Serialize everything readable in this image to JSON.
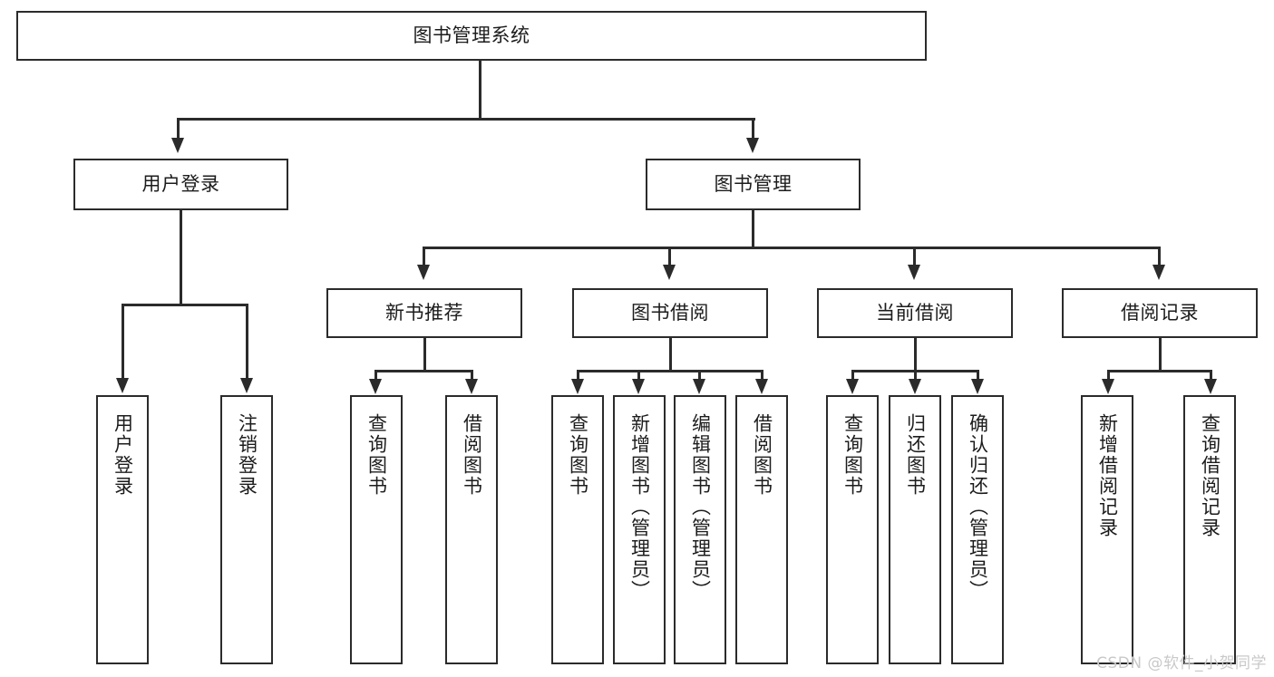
{
  "diagram": {
    "type": "tree-hierarchy-chart",
    "title": "图书管理系统",
    "watermark": "CSDN @软件_小贺同学",
    "colors": {
      "stroke": "#2b2b2b",
      "background": "#ffffff",
      "text": "#1c1c1c",
      "watermark": "#c9c9c9"
    },
    "levels": {
      "root": {
        "label": "图书管理系统"
      },
      "level2": [
        {
          "id": "user-login",
          "label": "用户登录"
        },
        {
          "id": "book-management",
          "label": "图书管理"
        }
      ],
      "level3": [
        {
          "id": "new-book-recommend",
          "label": "新书推荐",
          "parent": "book-management"
        },
        {
          "id": "book-borrow",
          "label": "图书借阅",
          "parent": "book-management"
        },
        {
          "id": "current-borrow",
          "label": "当前借阅",
          "parent": "book-management"
        },
        {
          "id": "borrow-record",
          "label": "借阅记录",
          "parent": "book-management"
        }
      ],
      "leaves": [
        {
          "id": "leaf-user-login",
          "label": "用户登录",
          "parent": "user-login"
        },
        {
          "id": "leaf-logout",
          "label": "注销登录",
          "parent": "user-login"
        },
        {
          "id": "leaf-query-book-1",
          "label": "查询图书",
          "parent": "new-book-recommend"
        },
        {
          "id": "leaf-borrow-book-1",
          "label": "借阅图书",
          "parent": "new-book-recommend"
        },
        {
          "id": "leaf-query-book-2",
          "label": "查询图书",
          "parent": "book-borrow"
        },
        {
          "id": "leaf-add-book",
          "label": "新增图书（管理员）",
          "parent": "book-borrow"
        },
        {
          "id": "leaf-edit-book",
          "label": "编辑图书（管理员）",
          "parent": "book-borrow"
        },
        {
          "id": "leaf-borrow-book-2",
          "label": "借阅图书",
          "parent": "book-borrow"
        },
        {
          "id": "leaf-query-book-3",
          "label": "查询图书",
          "parent": "current-borrow"
        },
        {
          "id": "leaf-return-book",
          "label": "归还图书",
          "parent": "current-borrow"
        },
        {
          "id": "leaf-confirm-return",
          "label": "确认归还（管理员）",
          "parent": "current-borrow"
        },
        {
          "id": "leaf-add-record",
          "label": "新增借阅记录",
          "parent": "borrow-record"
        },
        {
          "id": "leaf-query-record",
          "label": "查询借阅记录",
          "parent": "borrow-record"
        }
      ]
    }
  }
}
